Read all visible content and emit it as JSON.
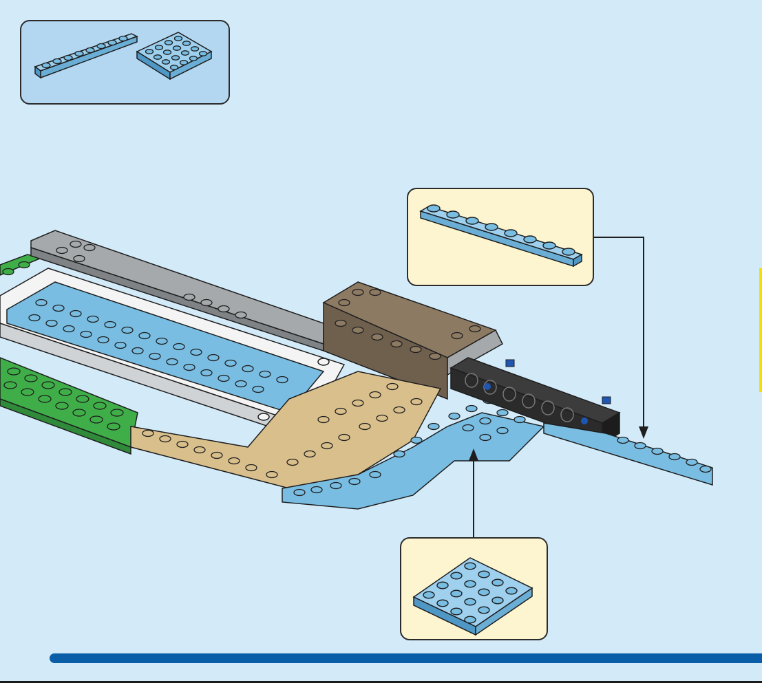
{
  "page": {
    "background": "#d3ebf9"
  },
  "parts_box": {
    "background": "#b3d7f1",
    "parts": [
      {
        "name": "plate-1x8",
        "color": "#79bde2",
        "quantity_text": ""
      },
      {
        "name": "plate-4x4",
        "color": "#79bde2",
        "quantity_text": ""
      }
    ]
  },
  "callouts": [
    {
      "name": "plate-1x8-callout",
      "background": "#fdf5cf",
      "part": "plate-1x8"
    },
    {
      "name": "plate-4x4-callout",
      "background": "#fdf5cf",
      "part": "plate-4x4"
    }
  ],
  "model": {
    "colors": {
      "medium_azure": "#79bde2",
      "green": "#3fae49",
      "tan": "#d9bf8c",
      "dark_tan": "#8d7a63",
      "light_gray": "#a5a9ab",
      "white": "#f4f4f4",
      "black": "#2b2b2b",
      "blue_pin": "#1f56b4"
    }
  },
  "progress": {
    "color": "#0a5ea8",
    "fraction": 0.93
  },
  "accent": "#f3e000"
}
